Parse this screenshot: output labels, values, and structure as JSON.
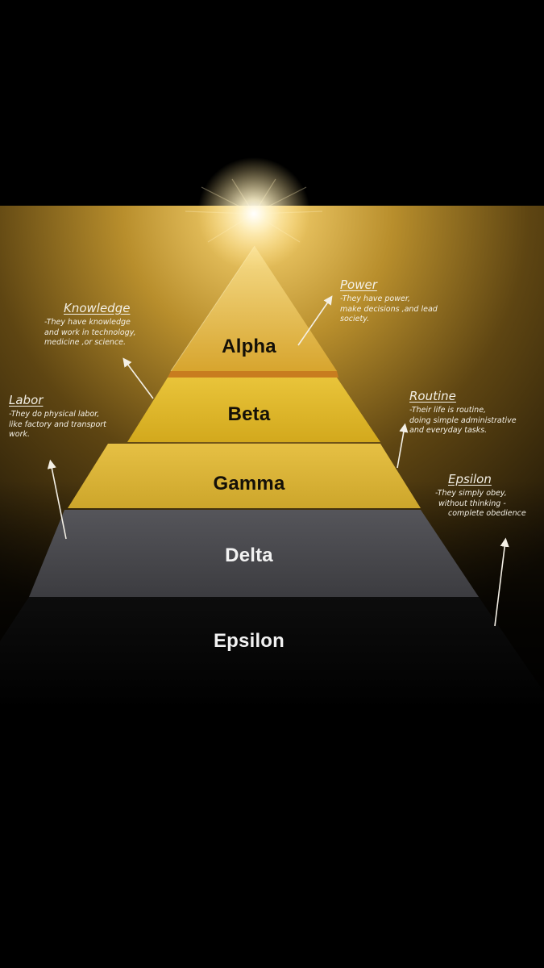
{
  "pyramid": {
    "tiers": [
      {
        "label": "Alpha"
      },
      {
        "label": "Beta"
      },
      {
        "label": "Gamma"
      },
      {
        "label": "Delta"
      },
      {
        "label": "Epsilon"
      }
    ]
  },
  "annotations": {
    "power": {
      "title": "Power",
      "lines": [
        "-They have power,",
        "make decisions ,and lead",
        "society."
      ]
    },
    "knowledge": {
      "title": "Knowledge",
      "lines": [
        "-They have knowledge",
        "and work in technology,",
        "medicine ,or science."
      ]
    },
    "labor": {
      "title": "Labor",
      "lines": [
        "-They do physical labor,",
        "like factory and transport",
        "work."
      ]
    },
    "routine": {
      "title": "Routine",
      "lines": [
        "-Their life is routine,",
        "doing simple administrative",
        "and everyday tasks."
      ]
    },
    "epsilon": {
      "title": "Epsilon",
      "lines": [
        "-They simply obey,",
        "without thinking -",
        "complete obedience"
      ]
    }
  },
  "colors": {
    "background": "#000000",
    "gold_glow": "#c9a035",
    "alpha": "#e3b53a",
    "beta": "#e0b823",
    "gamma": "#d9b331",
    "delta": "#46464a",
    "epsilon": "#050505",
    "annotation": "#f4f0e6"
  }
}
